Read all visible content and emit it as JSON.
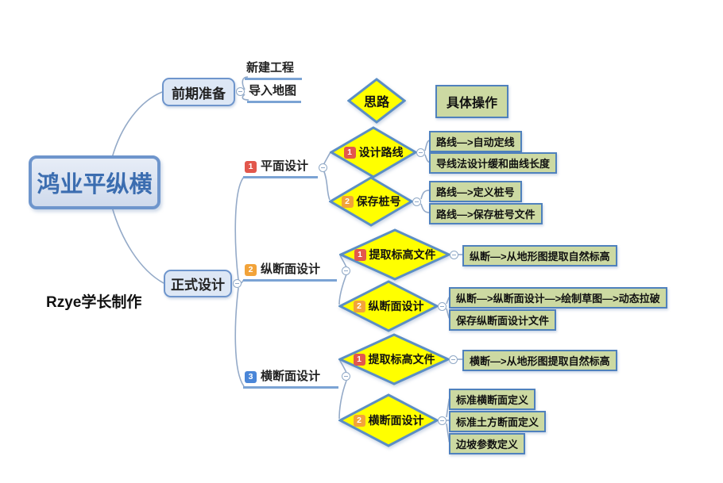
{
  "root": {
    "label": "鸿业平纵横"
  },
  "watermark": "Rzye学长制作",
  "column_headers": {
    "thinking": "思路",
    "operations": "具体操作"
  },
  "prep": {
    "label": "前期准备",
    "children": [
      "新建工程",
      "导入地图"
    ]
  },
  "design": {
    "label": "正式设计",
    "sections": [
      {
        "badge": "1",
        "label": "平面设计",
        "steps": [
          {
            "badge": "1",
            "label": "设计路线",
            "ops": [
              "路线—>自动定线",
              "导线法设计缓和曲线长度"
            ]
          },
          {
            "badge": "2",
            "label": "保存桩号",
            "ops": [
              "路线—>定义桩号",
              "路线—>保存桩号文件"
            ]
          }
        ]
      },
      {
        "badge": "2",
        "label": "纵断面设计",
        "steps": [
          {
            "badge": "1",
            "label": "提取标高文件",
            "ops": [
              "纵断—>从地形图提取自然标高"
            ]
          },
          {
            "badge": "2",
            "label": "纵断面设计",
            "ops": [
              "纵断—>纵断面设计—>绘制草图—>动态拉破",
              "保存纵断面设计文件"
            ]
          }
        ]
      },
      {
        "badge": "3",
        "label": "横断面设计",
        "steps": [
          {
            "badge": "1",
            "label": "提取标高文件",
            "ops": [
              "横断—>从地形图提取自然标高"
            ]
          },
          {
            "badge": "2",
            "label": "横断面设计",
            "ops": [
              "标准横断面定义",
              "标准土方断面定义",
              "边坡参数定义"
            ]
          }
        ]
      }
    ]
  },
  "colors": {
    "node_border": "#6e95cc",
    "root_text": "#3b6db0",
    "branch_fill": "#dde7f5",
    "diamond_fill": "#ffff00",
    "diamond_border": "#5b8ec4",
    "op_fill": "#ccd9a2",
    "op_border": "#4f81bd",
    "underline": "#7ba3d4",
    "connector": "#94aac8",
    "badge_red": "#e2574c",
    "badge_orange": "#f2a33a",
    "badge_blue": "#4a86d8"
  }
}
